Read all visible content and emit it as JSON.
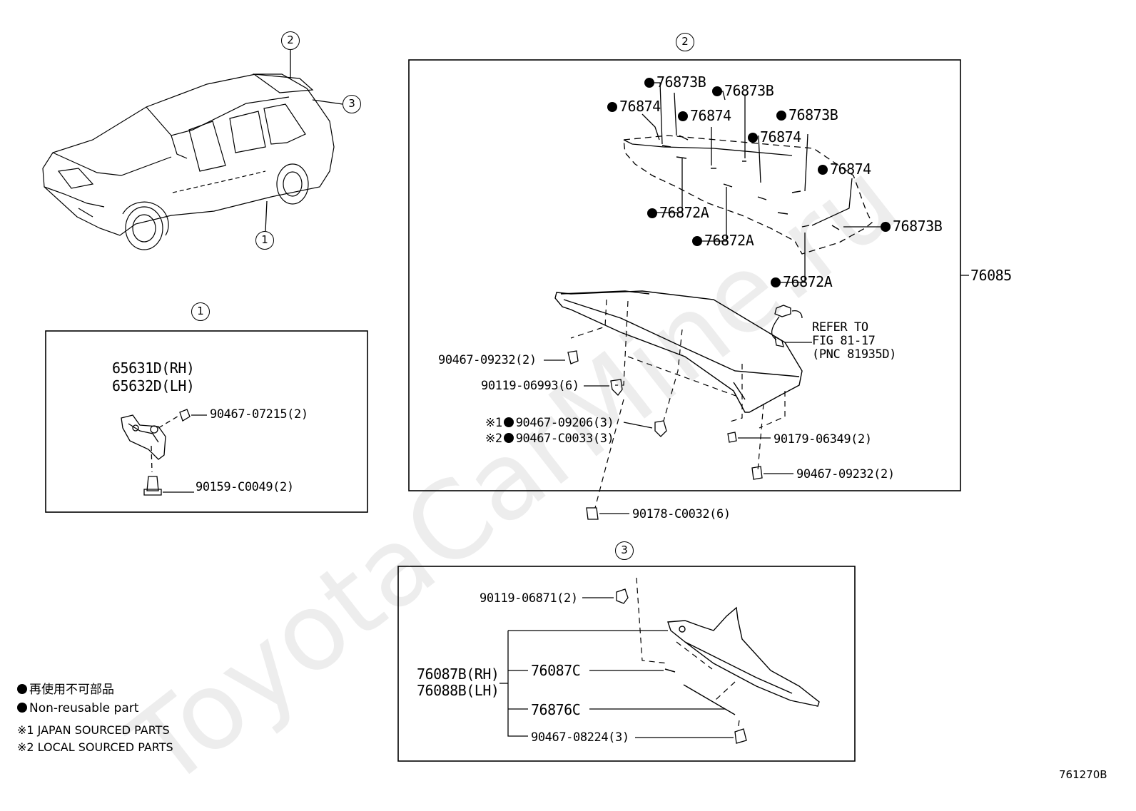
{
  "watermark": "ToyotaCarMine.ru",
  "diagram_id": "761270B",
  "callouts": {
    "c1": "1",
    "c2": "2",
    "c3": "3"
  },
  "section1": {
    "part_rh": "65631D(RH)",
    "part_lh": "65632D(LH)",
    "clip_a": "90467-07215(2)",
    "bolt": "90159-C0049(2)"
  },
  "section2": {
    "assembly": "76085",
    "stickers": {
      "s1": "76873B",
      "s2": "76873B",
      "s3": "76874",
      "s4": "76874",
      "s5": "76873B",
      "s6": "76874",
      "s7": "76874",
      "s8": "76872A",
      "s9": "76873B",
      "s10": "76872A",
      "s11": "76872A"
    },
    "refer": [
      "REFER TO",
      "FIG 81-17",
      "(PNC 81935D)"
    ],
    "fasteners": {
      "f1": "90467-09232(2)",
      "f2": "90119-06993(6)",
      "f3_mark": "※1",
      "f3": "90467-09206(3)",
      "f4_mark": "※2",
      "f4": "90467-C0033(3)",
      "f5": "90179-06349(2)",
      "f6": "90467-09232(2)",
      "f7": "90178-C0032(6)"
    }
  },
  "section3": {
    "screw": "90119-06871(2)",
    "part_rh": "76087B(RH)",
    "part_lh": "76088B(LH)",
    "p1": "76087C",
    "p2": "76876C",
    "p3": "90467-08224(3)"
  },
  "legend": {
    "line1": "再使用不可部品",
    "line2": "Non-reusable part",
    "line3": "※1 JAPAN SOURCED PARTS",
    "line4": "※2 LOCAL SOURCED PARTS"
  }
}
